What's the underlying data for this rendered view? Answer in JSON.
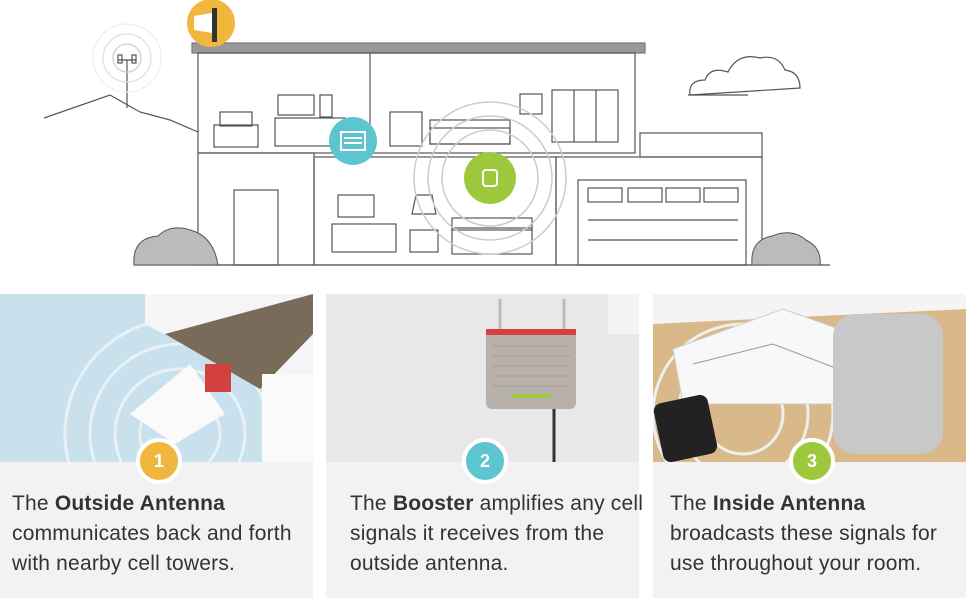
{
  "steps": [
    {
      "number": "1",
      "caption_prefix": "The ",
      "caption_bold": "Outside Antenna",
      "caption_rest": " communicates back and forth with nearby cell towers.",
      "color": "#f1b63d"
    },
    {
      "number": "2",
      "caption_prefix": "The ",
      "caption_bold": "Booster",
      "caption_rest": " amplifies any cell signals it receives from the outside antenna.",
      "color": "#5dc5cf"
    },
    {
      "number": "3",
      "caption_prefix": "The ",
      "caption_bold": "Inside Antenna",
      "caption_rest": " broadcasts these signals for use throughout your room.",
      "color": "#9dc83c"
    }
  ],
  "icons": {
    "outside_antenna": "outside-antenna-icon",
    "booster": "booster-icon",
    "inside_antenna": "inside-antenna-icon",
    "cell_tower": "cell-tower-icon"
  },
  "colors": {
    "line": "#555555",
    "card_bg": "#f2f2f2",
    "sky": "#c9e1ec"
  }
}
